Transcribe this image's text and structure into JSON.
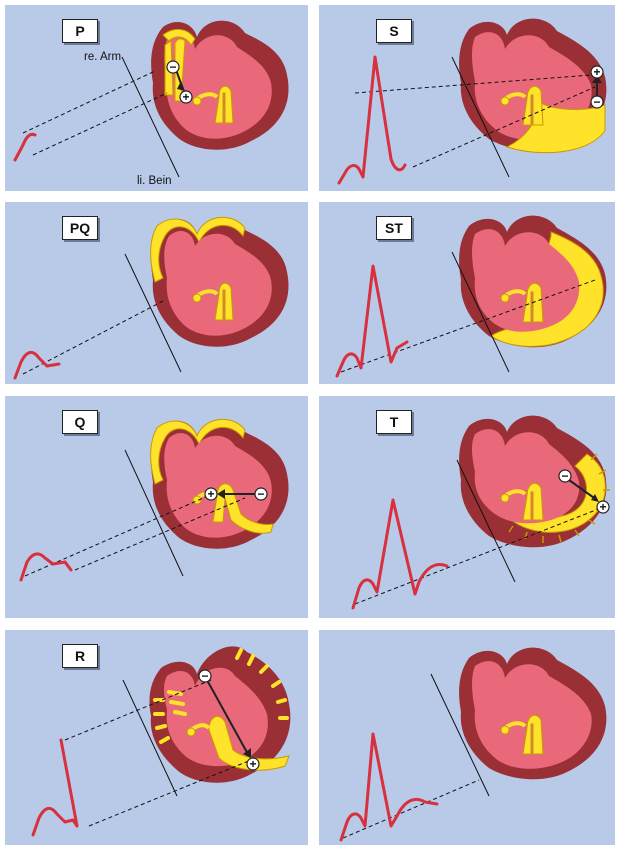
{
  "colors": {
    "panel_bg": "#b9c9e8",
    "myocardium_dark": "#9a2f35",
    "chamber_pink": "#e9697b",
    "conduction_yellow": "#ffe22a",
    "yellow_outline": "#c79a00",
    "ecg_trace": "#d8303d",
    "lead_line": "#111111"
  },
  "panels": [
    {
      "id": "p",
      "label": "P",
      "segment": "p-wave"
    },
    {
      "id": "s",
      "label": "S",
      "segment": "s-wave"
    },
    {
      "id": "pq",
      "label": "PQ",
      "segment": "pq-segment"
    },
    {
      "id": "st",
      "label": "ST",
      "segment": "st-segment"
    },
    {
      "id": "q",
      "label": "Q",
      "segment": "q-wave"
    },
    {
      "id": "t",
      "label": "T",
      "segment": "t-wave"
    },
    {
      "id": "r",
      "label": "R",
      "segment": "r-wave"
    },
    {
      "id": "final",
      "label": "",
      "segment": "complete-complex"
    }
  ],
  "lead_labels": {
    "right_arm": "re. Arm",
    "left_leg": "li. Bein"
  },
  "vector_signs": {
    "plus": "+",
    "minus": "−"
  }
}
